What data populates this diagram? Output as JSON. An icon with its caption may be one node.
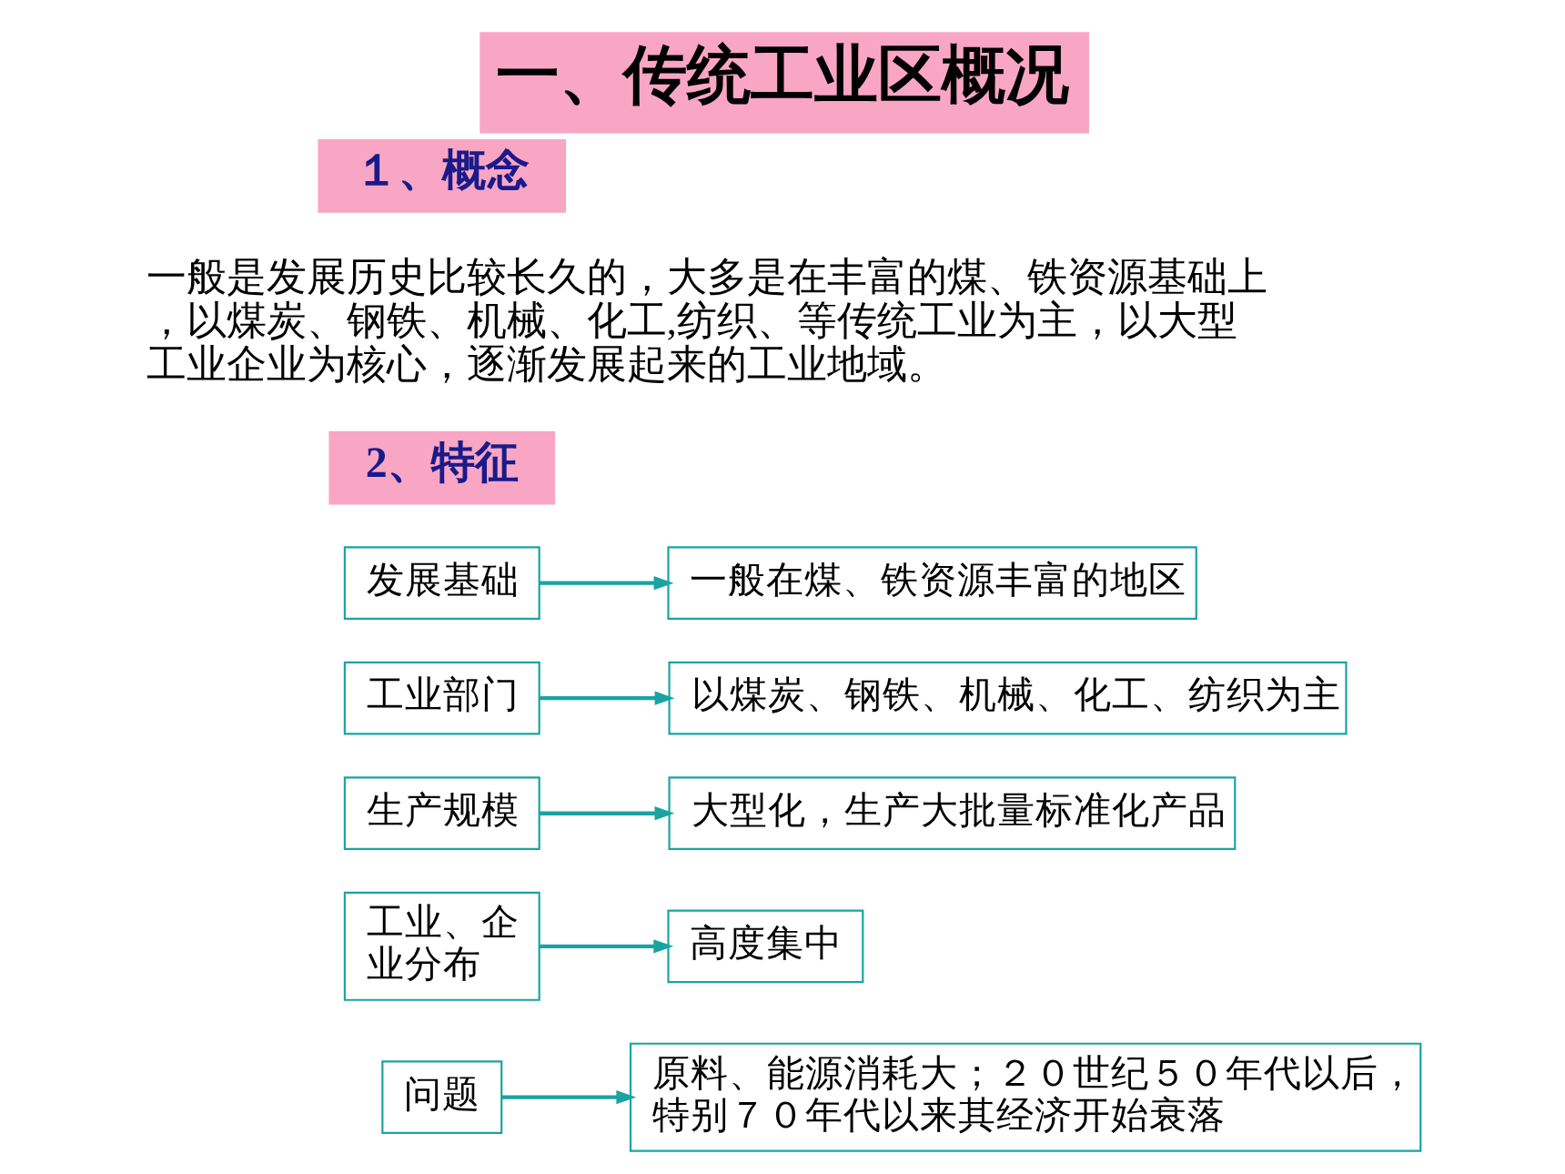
{
  "diagram": {
    "title": "一、传统工业区概况",
    "nodes": [
      {
        "text": [
          "１、概念"
        ]
      },
      {
        "text": [
          "2、特征"
        ]
      },
      {
        "text": [
          "发展基础"
        ]
      },
      {
        "text": [
          "一般在煤、铁资源丰富的地区"
        ]
      },
      {
        "text": [
          "工业部门"
        ]
      },
      {
        "text": [
          "以煤炭、钢铁、机械、化工、纺织为主"
        ]
      },
      {
        "text": [
          "生产规模"
        ]
      },
      {
        "text": [
          "大型化，生产大批量标准化产品"
        ]
      },
      {
        "text": [
          "工业、企业分布"
        ]
      },
      {
        "text": [
          "高度集中"
        ]
      },
      {
        "text": [
          "问题"
        ]
      },
      {
        "text": [
          "原料、能源消耗大；２０世纪５０年代以后，特别７０年代以来其经济开始衰落"
        ]
      }
    ],
    "edges": [
      {
        "from": 2,
        "to": 3,
        "arrow": "to"
      },
      {
        "from": 4,
        "to": 5,
        "arrow": "to"
      },
      {
        "from": 6,
        "to": 7,
        "arrow": "to"
      },
      {
        "from": 8,
        "to": 9,
        "arrow": "to"
      },
      {
        "from": 10,
        "to": 11,
        "arrow": "to"
      }
    ],
    "labels": [
      "一般是发展历史比较长久的，大多是在丰富的煤、铁资源基础上，以煤炭、钢铁、机械、化工,纺织、等传统工业为主，以大型工业企业为核心，逐渐发展起来的工业地域。"
    ]
  }
}
